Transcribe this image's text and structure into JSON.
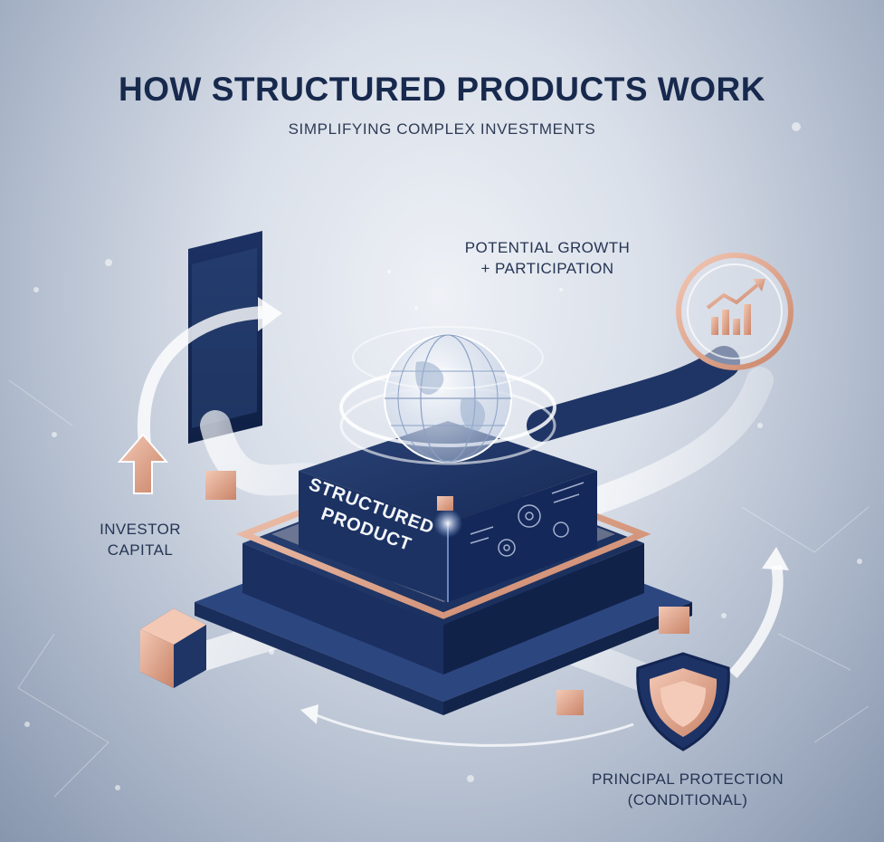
{
  "header": {
    "title": "HOW STRUCTURED PRODUCTS WORK",
    "subtitle": "SIMPLIFYING COMPLEX INVESTMENTS"
  },
  "center_box": {
    "line1": "STRUCTURED",
    "line2": "PRODUCT"
  },
  "labels": {
    "growth_line1": "POTENTIAL GROWTH",
    "growth_line2": "+ PARTICIPATION",
    "investor_line1": "INVESTOR",
    "investor_line2": "CAPITAL",
    "protection_line1": "PRINCIPAL PROTECTION",
    "protection_line2": "(CONDITIONAL)"
  },
  "icons": [
    "globe-icon",
    "growth-chart-icon",
    "shield-icon",
    "up-arrow-icon",
    "gear-icon"
  ],
  "colors": {
    "navy": "#1f3566",
    "copper": "#e3a88f",
    "background": "#d9dfe9",
    "title": "#17294d"
  }
}
